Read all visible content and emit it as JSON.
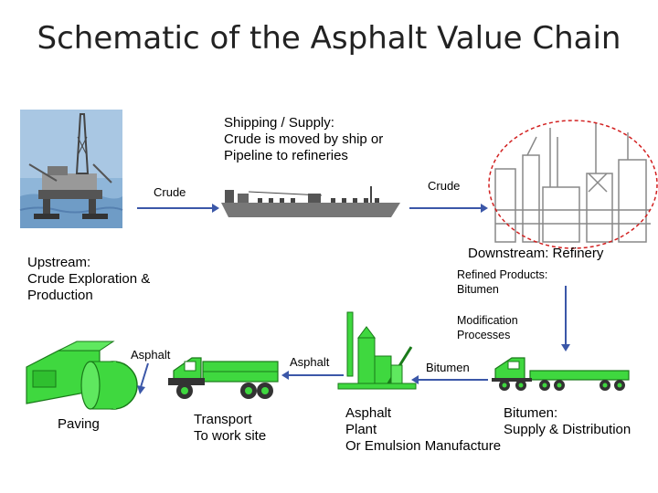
{
  "title": "Schematic of the Asphalt Value Chain",
  "shipping": {
    "line1": "Shipping / Supply:",
    "line2": "Crude is moved by ship or",
    "line3": "Pipeline to refineries"
  },
  "arrow_labels": {
    "crude_left": "Crude",
    "crude_right": "Crude",
    "asphalt_left": "Asphalt",
    "asphalt_mid": "Asphalt",
    "bitumen": "Bitumen"
  },
  "upstream": {
    "line1": "Upstream:",
    "line2": "Crude Exploration &",
    "line3": "Production"
  },
  "downstream": "Downstream:  Refinery",
  "refined_products": {
    "line1": "Refined Products:",
    "line2": "Bitumen"
  },
  "modification": {
    "line1": "Modification",
    "line2": "Processes"
  },
  "paving": "Paving",
  "transport": {
    "line1": "Transport",
    "line2": "To work site"
  },
  "asphalt_plant": {
    "line1": "Asphalt",
    "line2": "Plant",
    "line3": "Or Emulsion Manufacture"
  },
  "bitumen_supply": {
    "line1": "Bitumen:",
    "line2": "Supply & Distribution"
  },
  "colors": {
    "arrow": "#3b57a8",
    "green": "#3fd83f",
    "dark_green": "#1a7a1a",
    "red_dash": "#d22020",
    "sea": "#8fb6d9"
  }
}
